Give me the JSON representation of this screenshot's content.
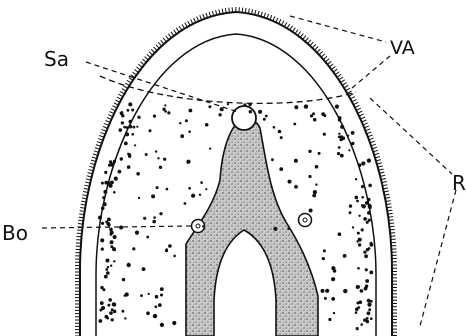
{
  "figure": {
    "labels": {
      "sa": "Sa",
      "va": "VA",
      "r": "R",
      "bo": "Bo"
    }
  },
  "colors": {
    "ink": "#111111",
    "background": "#ffffff",
    "stipple": "#c9c9c9"
  }
}
